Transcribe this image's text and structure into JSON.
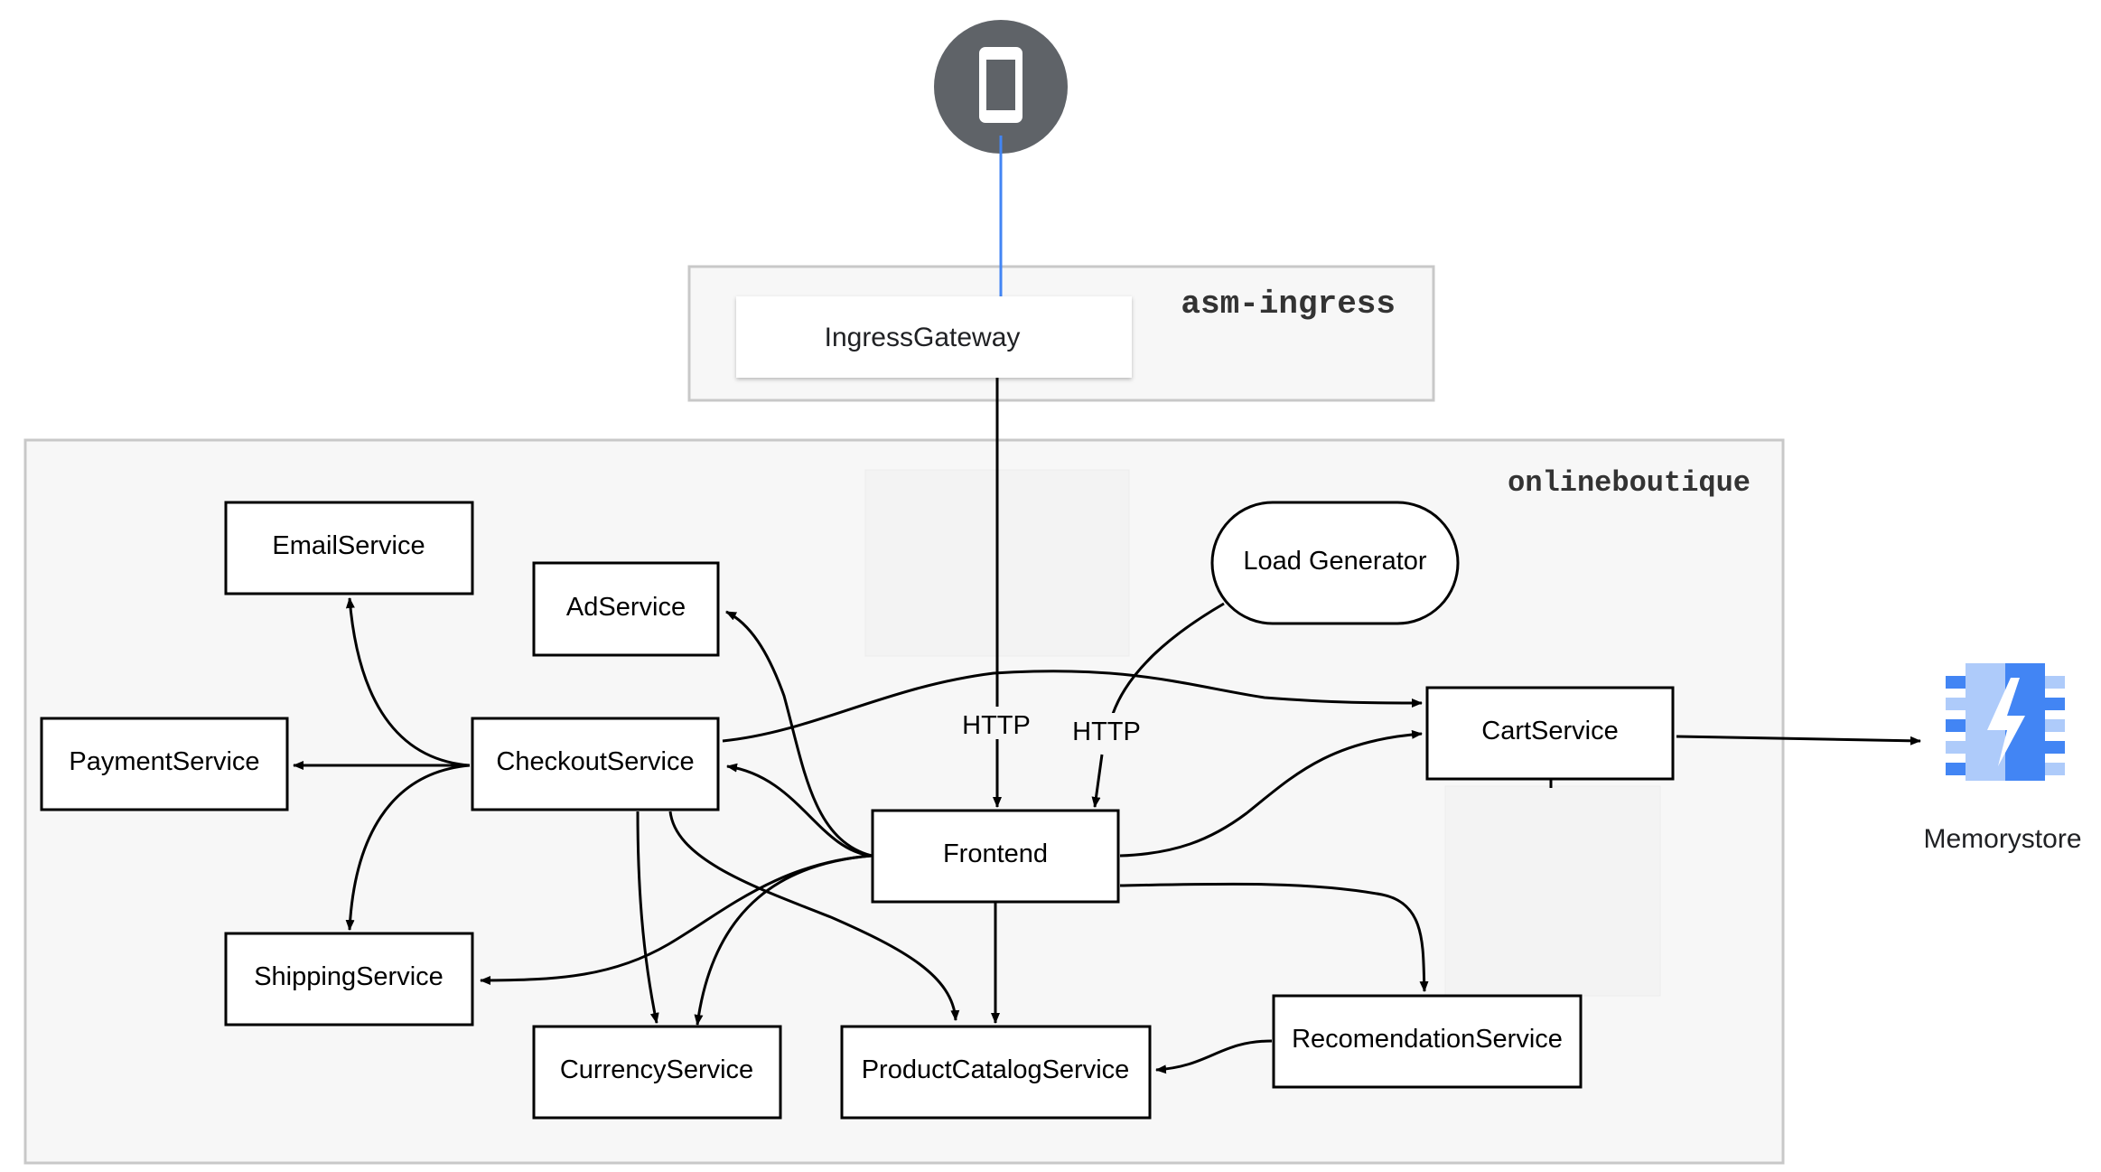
{
  "groups": {
    "asm_ingress": "asm-ingress",
    "onlineboutique": "onlineboutique"
  },
  "services": {
    "ingress_gateway": "IngressGateway",
    "email": "EmailService",
    "ad": "AdService",
    "payment": "PaymentService",
    "checkout": "CheckoutService",
    "shipping": "ShippingService",
    "currency": "CurrencyService",
    "product_catalog": "ProductCatalogService",
    "frontend": "Frontend",
    "load_generator": "Load Generator",
    "cart": "CartService",
    "recommendation": "RecomendationService"
  },
  "edge_labels": {
    "http_ingress": "HTTP",
    "http_loadgen": "HTTP"
  },
  "external": {
    "memorystore": "Memorystore",
    "client_icon": "mobile-phone-icon",
    "memorystore_icon": "memorystore-icon"
  },
  "colors": {
    "client_circle": "#5f6368",
    "ingress_arrow": "#4285f4",
    "group_fill": "#f7f7f7",
    "group_border": "#c8c8c8",
    "memorystore_dark": "#4285f4",
    "memorystore_light": "#aecbfa"
  }
}
